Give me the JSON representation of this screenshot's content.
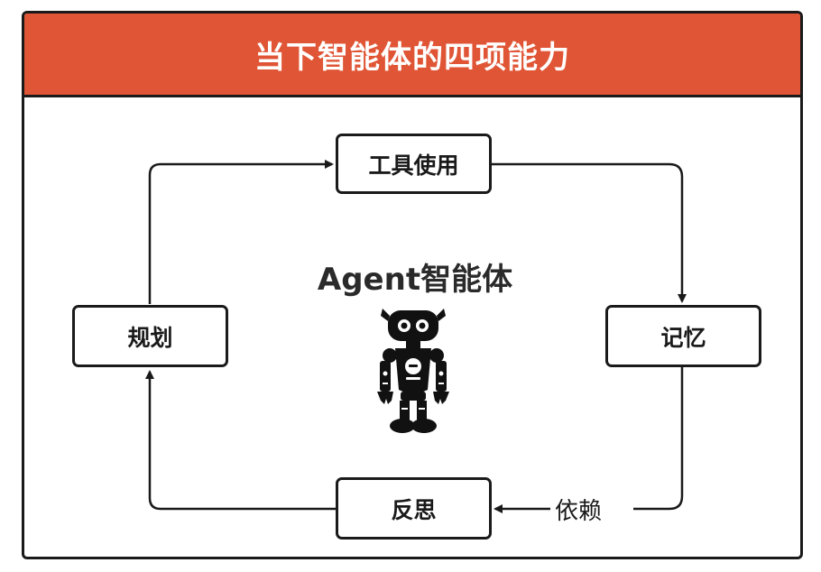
{
  "header": {
    "title": "当下智能体的四项能力"
  },
  "center": {
    "title": "Agent智能体"
  },
  "nodes": {
    "tools": "工具使用",
    "memory": "记忆",
    "reflection": "反思",
    "planning": "规划"
  },
  "edge_labels": {
    "dependency": "依赖"
  },
  "colors": {
    "header_bg": "#E05535",
    "stroke": "#1a1a1a"
  },
  "icons": {
    "center": "robot-icon"
  }
}
